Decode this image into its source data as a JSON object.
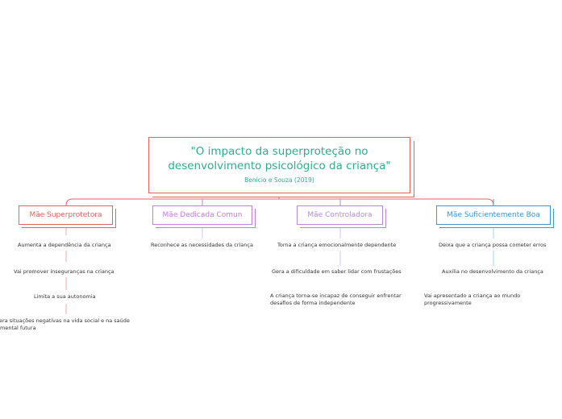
{
  "root": {
    "title": "\"O impacto da superproteção no desenvolvimento psicológico da criança\"",
    "subtitle": "Benício e Souza (2019)"
  },
  "branches": [
    {
      "label": "Mãe Superprotetora",
      "color": "#e8615f",
      "items": [
        "Aumenta a dependência da criança",
        "Vai promover inseguranças na criança",
        "Limita a sua autonomia",
        "Gera situações negativas na vida social e na saúde mental futura"
      ]
    },
    {
      "label": "Mãe Dedicada Comun",
      "color": "#c57be0",
      "items": [
        "Reconhece as necessidades da criança"
      ]
    },
    {
      "label": "Mãe Controladora",
      "color": "#b88ad8",
      "items": [
        "Torna a criança emocionalmente dependente",
        "Gera a dificuldade em saber lidar com frustações",
        "A criança torna-se incapaz de conseguir enfrentar desafios de forma independente"
      ]
    },
    {
      "label": "Mãe Suficientemente Boa",
      "color": "#3a97d9",
      "items": [
        "Deixa que a criança possa cometer erros",
        "Auxilia no desenvolvimento da criança",
        "Vai apresentado a criança ao mundo progressivamente"
      ]
    }
  ]
}
